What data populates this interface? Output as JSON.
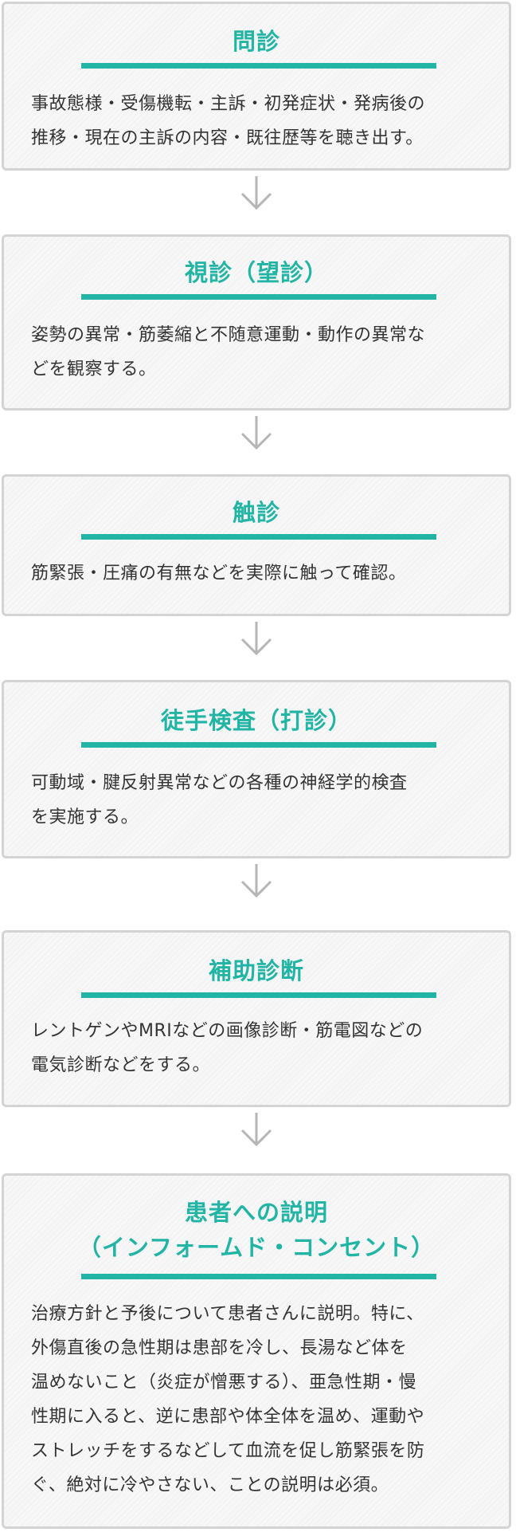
{
  "steps": [
    {
      "title": "問診",
      "body_lines": [
        "事故態様・受傷機転・主訴・初発症状・発病後の",
        "推移・現在の主訴の内容・既往歴等を聴き出す。"
      ]
    },
    {
      "title": "視診（望診）",
      "body_lines": [
        "姿勢の異常・筋萎縮と不随意運動・動作の異常な",
        "どを観察する。"
      ]
    },
    {
      "title": "触診",
      "body_lines": [
        "筋緊張・圧痛の有無などを実際に触って確認。"
      ]
    },
    {
      "title": "徒手検査（打診）",
      "body_lines": [
        "可動域・腱反射異常などの各種の神経学的検査",
        "を実施する。"
      ]
    },
    {
      "title": "補助診断",
      "body_lines": [
        "レントゲンやMRIなどの画像診断・筋電図などの",
        "電気診断などをする。"
      ]
    },
    {
      "title_lines": [
        "患者への説明",
        "（インフォームド・コンセント）"
      ],
      "body_lines": [
        "治療方針と予後について患者さんに説明。特に、",
        "外傷直後の急性期は患部を冷し、長湯など体を",
        "温めないこと（炎症が憎悪する）、亜急性期・慢",
        "性期に入ると、逆に患部や体全体を温め、運動や",
        "ストレッチをするなどして血流を促し筋緊張を防",
        "ぐ、絶対に冷やさない、ことの説明は必須。"
      ]
    }
  ],
  "colors": {
    "accent": "#22b4a4",
    "border": "#d4d4d4",
    "box_background": "#f7f7f7",
    "text": "#333333",
    "arrow": "#b5b5b5"
  },
  "icons": {
    "connector": "chevron-down-arrow-icon"
  }
}
